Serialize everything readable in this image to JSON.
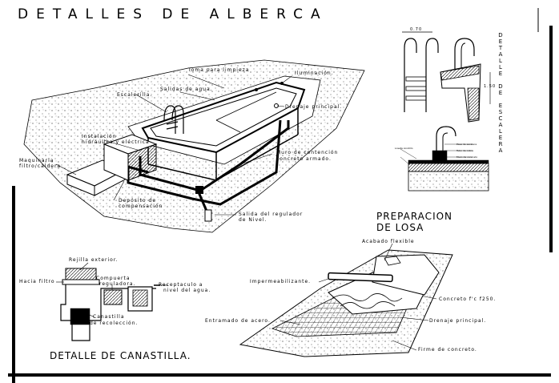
{
  "title": "DETALLES DE ALBERCA",
  "pool_labels": {
    "toma_limpieza": "Toma para limpieza",
    "iluminacion": "Iluminación.",
    "salidas_agua": "Salidas de agua.",
    "escalerilla": "Escalerilla.",
    "drenaje_principal": "Drenaje principal.",
    "instalacion": "Instalación",
    "hidraulica": "hidráulica y eléctrica",
    "maquinaria": "Maquinaria",
    "filtro": "filtro/caldera",
    "muro_contencion": "Muro de contención",
    "concreto_armado": "concreto armado.",
    "deposito": "Depósito de",
    "compensacion": "compensación",
    "salida_regulador": "Salida del regulador",
    "de_nivel": "de Nivel."
  },
  "escalera_title_letters": [
    "D",
    "E",
    "T",
    "A",
    "L",
    "L",
    "E",
    "",
    "D",
    "E",
    "",
    "E",
    "S",
    "C",
    "A",
    "L",
    "E",
    "R",
    "A"
  ],
  "escalera_dims": {
    "width": "0.70",
    "height": "1.50"
  },
  "escalera_labels": [
    "Loseta Acodillo",
    "Pasa de escalera",
    "Tubo de cobre",
    "Muro de concreto",
    "Base de concreto"
  ],
  "losa": {
    "title_line1": "PREPARACION",
    "title_line2": "DE LOSA",
    "acabado": "Acabado flexible",
    "impermeabilizante": "Impermeabilizante.",
    "concreto": "Concreto f'c f250.",
    "entramado": "Entramado de acero.",
    "drenaje": "Drenaje principal.",
    "firme": "Firme de concreto."
  },
  "canastilla": {
    "title": "DETALLE DE CANASTILLA.",
    "rejilla": "Rejilla exterior.",
    "hacia_filtro": "Hacia filtro",
    "compuerta": "Compuerta",
    "reguladora": "reguladora.",
    "receptaculo": "Receptaculo a",
    "nivel_agua": "nivel del agua.",
    "canastilla": "Canastilla",
    "recoleccion": "de recolección."
  }
}
